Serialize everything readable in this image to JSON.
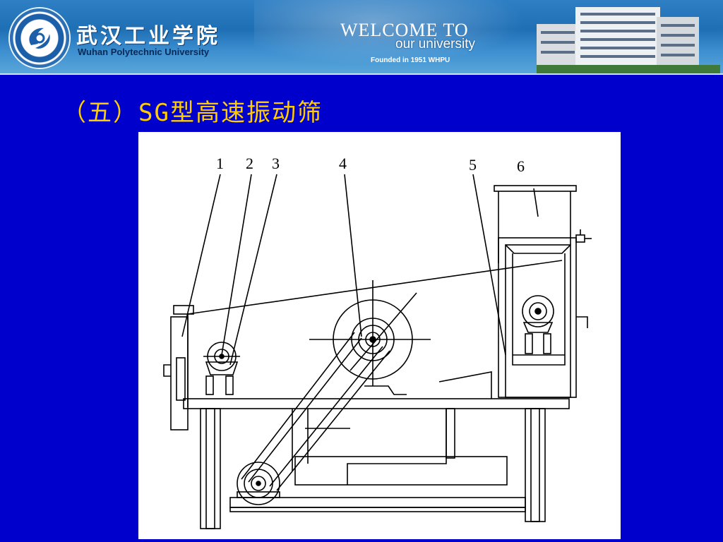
{
  "banner": {
    "school_cn": "武汉工业学院",
    "school_en": "Wuhan Polytechnic University",
    "welcome": "WELCOME TO",
    "our_university": "our university",
    "founded": "Founded in 1951 WHPU"
  },
  "slide": {
    "title": "（五）SG型高速振动筛"
  },
  "figure": {
    "labels": [
      "1",
      "2",
      "3",
      "4",
      "5",
      "6"
    ]
  },
  "colors": {
    "background": "#0000cc",
    "title": "#ffcc00",
    "banner": "#2f7fc4"
  }
}
